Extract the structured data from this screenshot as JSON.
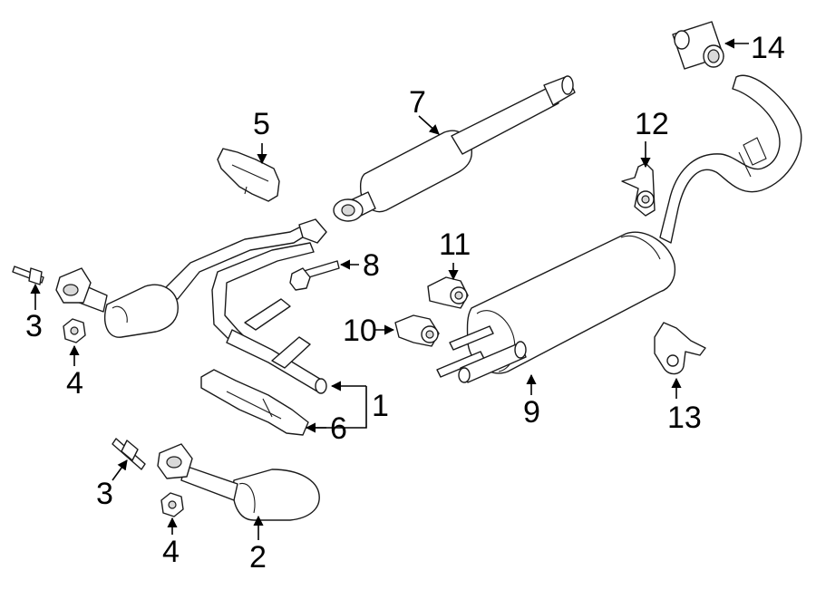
{
  "callouts": {
    "c1": "1",
    "c2": "2",
    "c3a": "3",
    "c3b": "3",
    "c4a": "4",
    "c4b": "4",
    "c5": "5",
    "c6": "6",
    "c7": "7",
    "c8": "8",
    "c9": "9",
    "c10": "10",
    "c11": "11",
    "c12": "12",
    "c13": "13",
    "c14": "14"
  },
  "colors": {
    "line": "#1a1a1a",
    "shade": "#d9d9d9",
    "background": "#ffffff"
  }
}
